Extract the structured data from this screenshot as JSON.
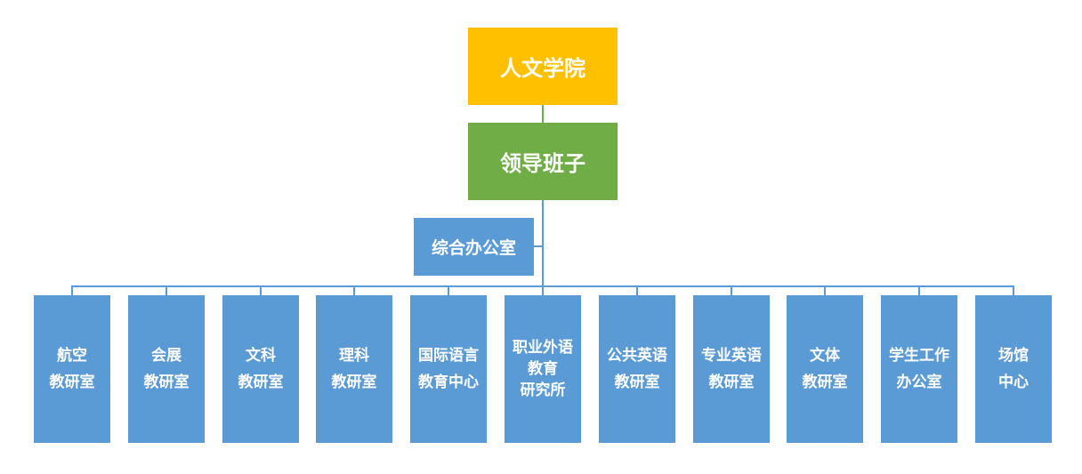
{
  "org": {
    "root": "人文学院",
    "leadership": "领导班子",
    "office": "综合办公室",
    "departments": [
      {
        "lines": [
          "航空",
          "教研室"
        ]
      },
      {
        "lines": [
          "会展",
          "教研室"
        ]
      },
      {
        "lines": [
          "文科",
          "教研室"
        ]
      },
      {
        "lines": [
          "理科",
          "教研室"
        ]
      },
      {
        "lines": [
          "国际语言",
          "教育中心"
        ]
      },
      {
        "lines": [
          "职业外语",
          "教育",
          "研究所"
        ]
      },
      {
        "lines": [
          "公共英语",
          "教研室"
        ]
      },
      {
        "lines": [
          "专业英语",
          "教研室"
        ]
      },
      {
        "lines": [
          "文体",
          "教研室"
        ]
      },
      {
        "lines": [
          "学生工作",
          "办公室"
        ]
      },
      {
        "lines": [
          "场馆",
          "中心"
        ]
      }
    ]
  },
  "colors": {
    "root": "#FFC000",
    "leadership": "#70AD47",
    "node": "#5B9BD5"
  }
}
